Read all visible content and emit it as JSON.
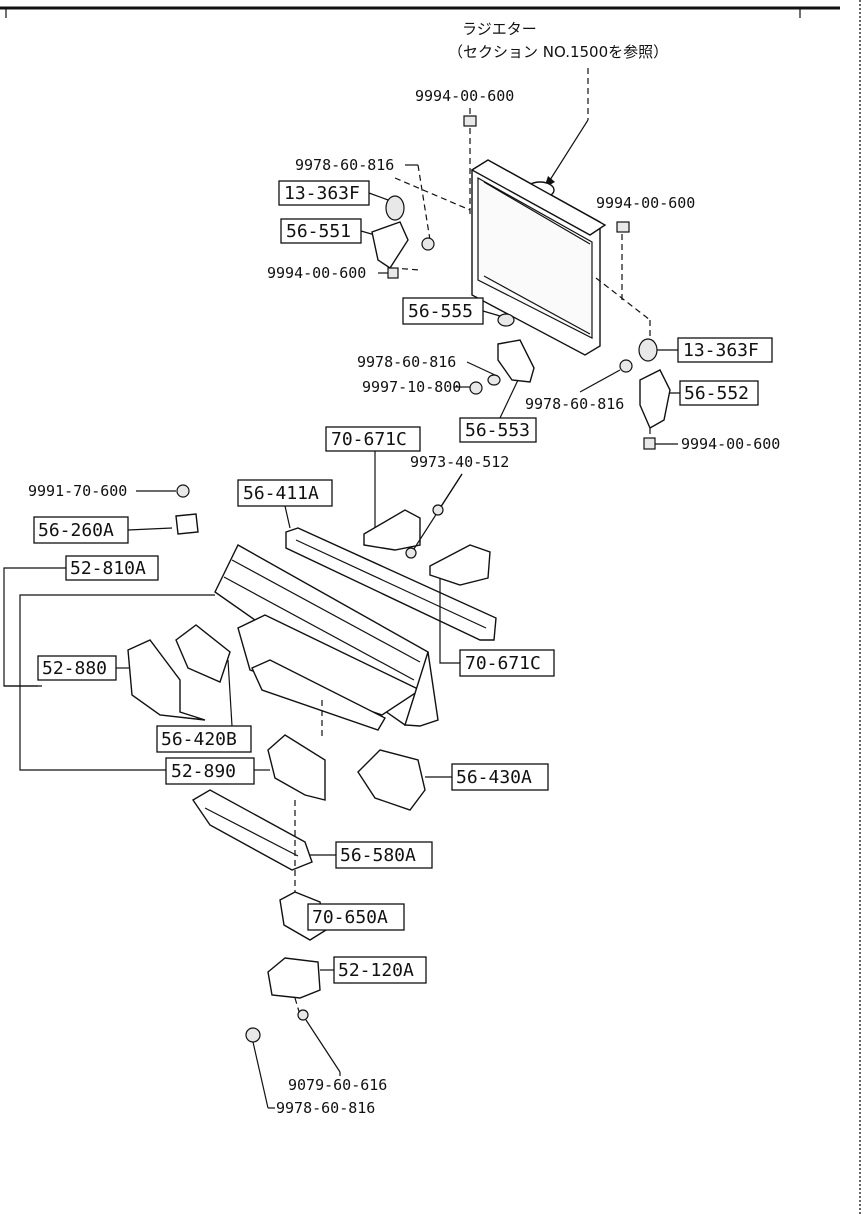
{
  "header": {
    "ref_line1": "ラジエター",
    "ref_line2": "（セクション NO.1500を参照）"
  },
  "labels": {
    "p9994_00_600_a": "9994-00-600",
    "p9978_60_816_a": "9978-60-816",
    "p13_363F_a": "13-363F",
    "p56_551": "56-551",
    "p9994_00_600_b": "9994-00-600",
    "p9994_00_600_c": "9994-00-600",
    "p56_555": "56-555",
    "p9978_60_816_b": "9978-60-816",
    "p9997_10_800": "9997-10-800",
    "p56_553": "56-553",
    "p13_363F_b": "13-363F",
    "p56_552": "56-552",
    "p9978_60_816_c": "9978-60-816",
    "p9994_00_600_d": "9994-00-600",
    "p70_671C_a": "70-671C",
    "p9973_40_512": "9973-40-512",
    "p9991_70_600": "9991-70-600",
    "p56_411A": "56-411A",
    "p56_260A": "56-260A",
    "p52_810A": "52-810A",
    "p70_671C_b": "70-671C",
    "p52_880": "52-880",
    "p56_420B": "56-420B",
    "p52_890": "52-890",
    "p56_430A": "56-430A",
    "p56_580A": "56-580A",
    "p70_650A": "70-650A",
    "p52_120A": "52-120A",
    "p9079_60_616": "9079-60-616",
    "p9978_60_816_d": "9978-60-816"
  }
}
